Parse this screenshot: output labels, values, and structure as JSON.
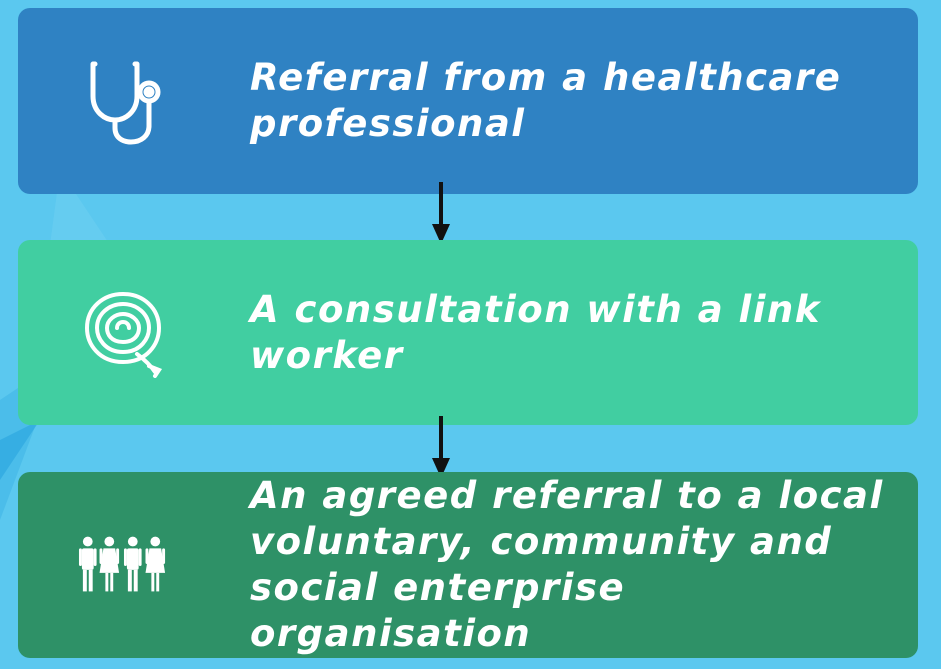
{
  "steps": [
    {
      "icon": "stethoscope-icon",
      "label": "Referral from a healthcare professional",
      "color": "#2f82c3"
    },
    {
      "icon": "onion-icon",
      "label": "A consultation with a link worker",
      "color": "#41cea1"
    },
    {
      "icon": "people-group-icon",
      "label": "An agreed referral to a local voluntary, community and social enterprise organisation",
      "color": "#2e9167"
    }
  ],
  "colors": {
    "background": "#5bc8ef",
    "arrow": "#111111",
    "text": "#ffffff"
  }
}
